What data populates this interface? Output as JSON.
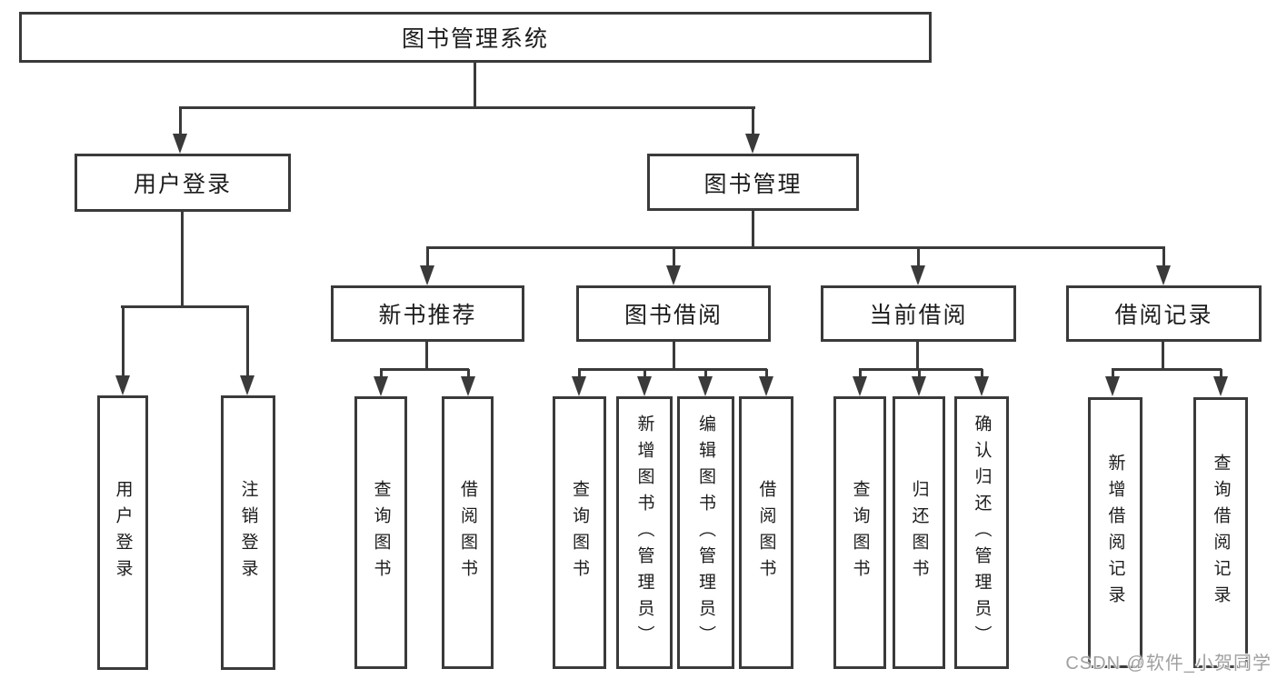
{
  "tree": {
    "label": "图书管理系统",
    "children": [
      {
        "label": "用户登录",
        "children": [
          {
            "label": "用户登录"
          },
          {
            "label": "注销登录"
          }
        ]
      },
      {
        "label": "图书管理",
        "children": [
          {
            "label": "新书推荐",
            "children": [
              {
                "label": "查询图书"
              },
              {
                "label": "借阅图书"
              }
            ]
          },
          {
            "label": "图书借阅",
            "children": [
              {
                "label": "查询图书"
              },
              {
                "label": "新增图书（管理员）"
              },
              {
                "label": "编辑图书（管理员）"
              },
              {
                "label": "借阅图书"
              }
            ]
          },
          {
            "label": "当前借阅",
            "children": [
              {
                "label": "查询图书"
              },
              {
                "label": "归还图书"
              },
              {
                "label": "确认归还（管理员）"
              }
            ]
          },
          {
            "label": "借阅记录",
            "children": [
              {
                "label": "新增借阅记录"
              },
              {
                "label": "查询借阅记录"
              }
            ]
          }
        ]
      }
    ]
  },
  "watermark": {
    "text": "CSDN @软件_小贺同学"
  },
  "colors": {
    "line": "#3a3a3a",
    "text": "#1c1c1e",
    "watermark": "#a0a0a0",
    "background": "#ffffff"
  }
}
